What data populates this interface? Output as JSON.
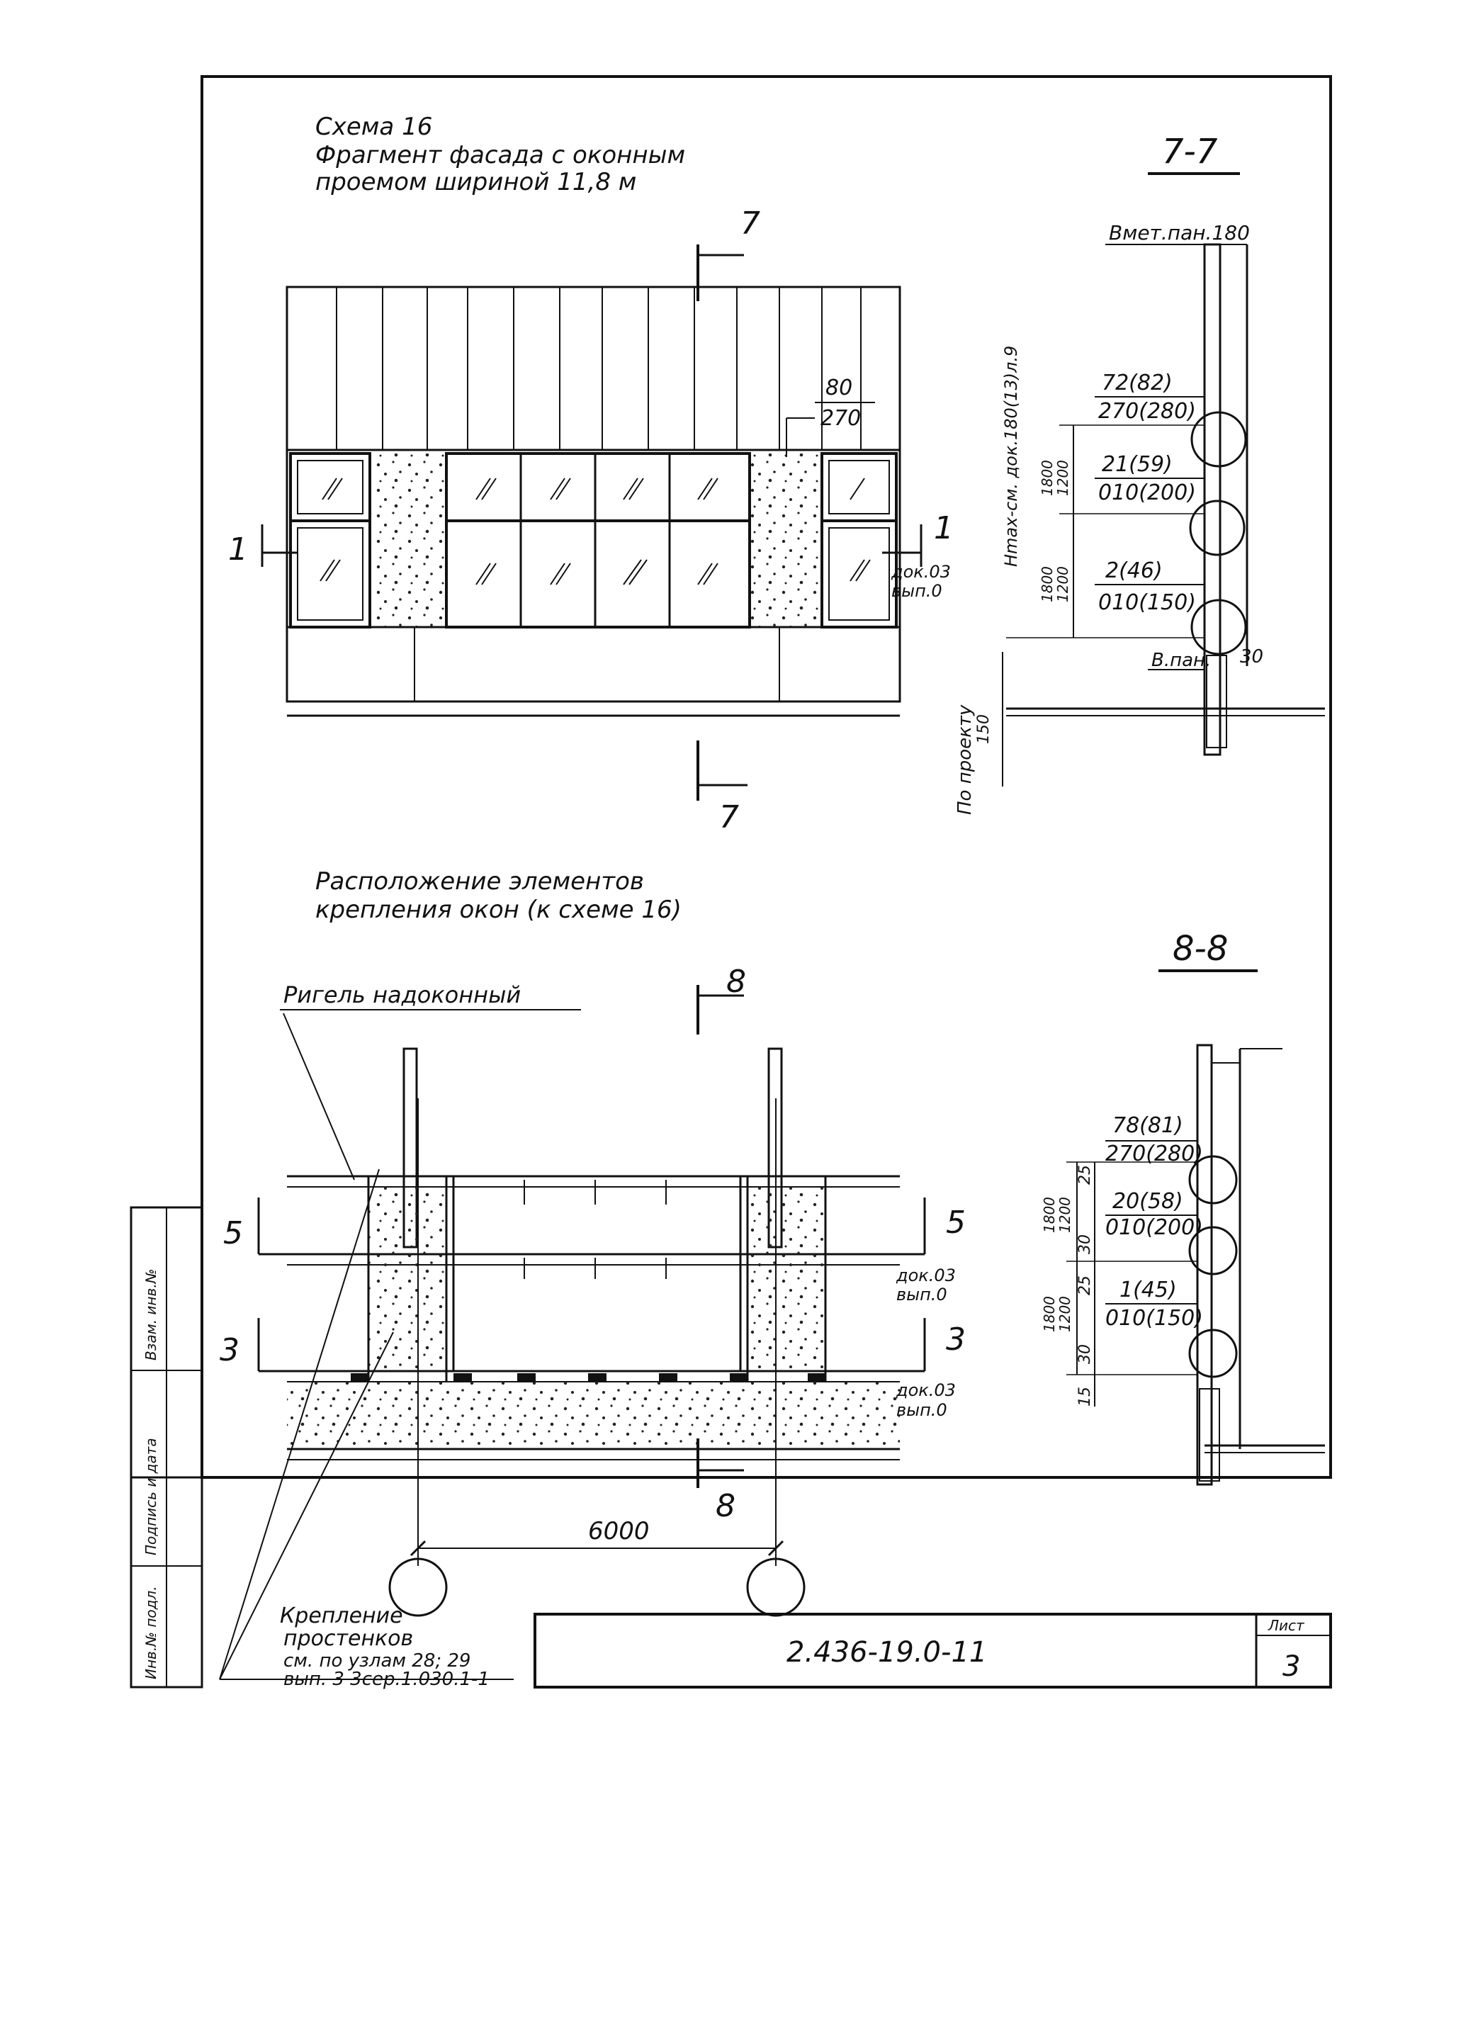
{
  "scheme_title": {
    "line1": "Схема 16",
    "line2": "Фрагмент фасада с оконным",
    "line3": "проемом шириной 11,8 м"
  },
  "layout_title": {
    "line1": "Расположение элементов",
    "line2": "крепления окон (к схеме 16)"
  },
  "section_7": {
    "label": "7-7",
    "mark": "7",
    "top_elev": "Вмет.пан.180",
    "panel_bottom": "В.пан.",
    "dim_30": "30",
    "hmax_note": "Hmax-см. док.180(13)л.9",
    "foundation_note": "По проекту",
    "foundation_dim": "150",
    "dims": [
      "1800",
      "1200",
      "1800",
      "1200"
    ],
    "node1": {
      "top": "72(82)",
      "bottom": "270(280)"
    },
    "node2": {
      "top": "21(59)",
      "bottom": "010(200)"
    },
    "node3": {
      "top": "2(46)",
      "bottom": "010(150)"
    }
  },
  "facade": {
    "node_top": "80",
    "node_bottom": "270",
    "mark_left": "1",
    "mark_right": "1",
    "doc_ref_1": "док.03",
    "doc_ref_2": "вып.0"
  },
  "layout": {
    "rigel_label": "Ригель надоконный",
    "mark_top": "8",
    "mark_bottom": "8",
    "mark_5": "5",
    "mark_3": "3",
    "doc_ref_1": "док.03",
    "doc_ref_2": "вып.0",
    "span": "6000",
    "fastening_note": [
      "Крепление",
      "простенков",
      "см. по узлам 28; 29",
      "вып. 3 3сер.1.030.1-1"
    ]
  },
  "section_8": {
    "label": "8-8",
    "dims_left": [
      "1800",
      "1200",
      "1800",
      "1200"
    ],
    "dims_right": [
      "25",
      "30",
      "25",
      "30",
      "15"
    ],
    "node1": {
      "top": "78(81)",
      "bottom": "270(280)"
    },
    "node2": {
      "top": "20(58)",
      "bottom": "010(200)"
    },
    "node3": {
      "top": "1(45)",
      "bottom": "010(150)"
    }
  },
  "stamp": {
    "code": "2.436-19.0-11",
    "sheet_label": "Лист",
    "sheet_number": "3",
    "side_fields": [
      "Инв.№ подл.",
      "Подпись и дата",
      "Взам. инв.№"
    ]
  }
}
